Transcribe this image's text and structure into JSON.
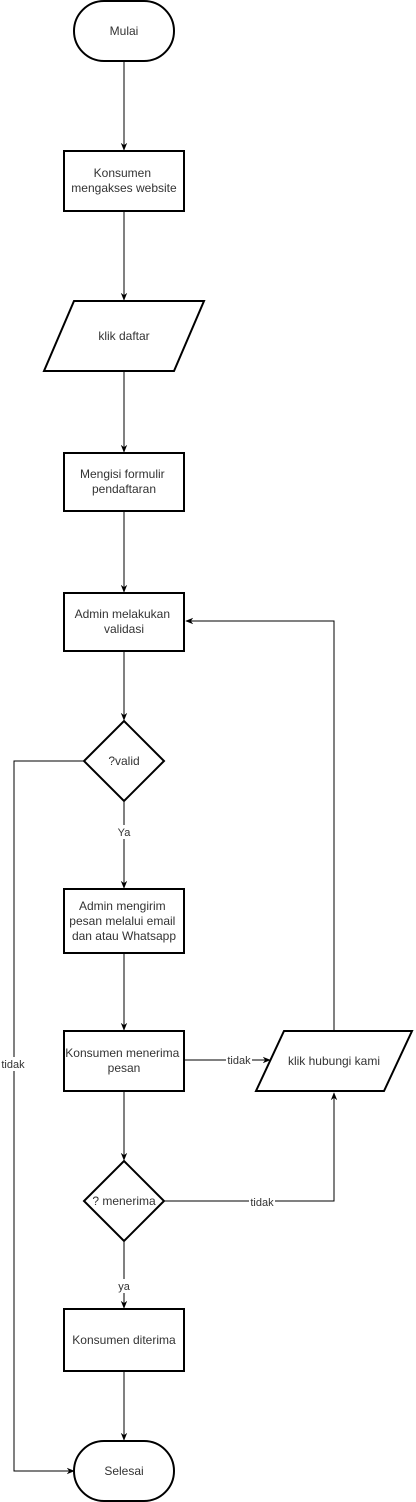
{
  "diagram": {
    "nodes": {
      "start": "Mulai",
      "access_website": [
        "Konsumen",
        "mengakses website"
      ],
      "click_register": "klik daftar",
      "fill_form": [
        "Mengisi formulir",
        "pendaftaran"
      ],
      "admin_validate": [
        "Admin melakukan",
        "validasi"
      ],
      "decision_valid": "?valid",
      "admin_send": [
        "Admin mengirim",
        "pesan melalui email",
        "dan atau Whatsapp"
      ],
      "consumer_receive_message": [
        "Konsumen menerima",
        "pesan"
      ],
      "click_contact": "klik hubungi kami",
      "decision_accept": "? menerima",
      "consumer_accepted": "Konsumen diterima",
      "end": "Selesai"
    },
    "edge_labels": {
      "valid_yes": "Ya",
      "valid_no": "tidak",
      "receive_no": "tidak",
      "accept_no": "tidak",
      "accept_yes": "ya"
    }
  }
}
